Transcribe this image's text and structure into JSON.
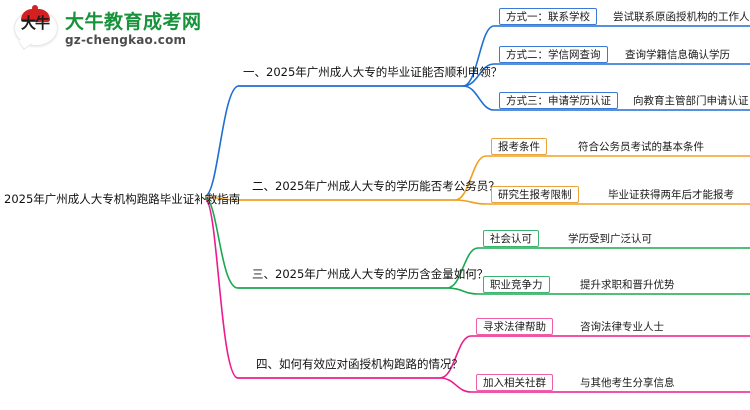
{
  "logo": {
    "mark_char": "大牛",
    "title": "大牛教育成考网",
    "subtitle": "gz-chengkao.com",
    "brand_green": "#16933b",
    "brand_red": "#d32020"
  },
  "mindmap": {
    "root": "2025年广州成人大专机构跑路毕业证补救指南",
    "branches": [
      {
        "topic": "一、2025年广州成人大专的毕业证能否顺利申领？",
        "color": "#1f6fd0",
        "leaves": [
          {
            "label": "方式一：联系学校",
            "note": "尝试联系原函授机构的工作人员"
          },
          {
            "label": "方式二：学信网查询",
            "note": "查询学籍信息确认学历"
          },
          {
            "label": "方式三：申请学历认证",
            "note": "向教育主管部门申请认证"
          }
        ]
      },
      {
        "topic": "二、2025年广州成人大专的学历能否考公务员？",
        "color": "#f0a020",
        "leaves": [
          {
            "label": "报考条件",
            "note": "符合公务员考试的基本条件"
          },
          {
            "label": "研究生报考限制",
            "note": "毕业证获得两年后才能报考"
          }
        ]
      },
      {
        "topic": "三、2025年广州成人大专的学历含金量如何？",
        "color": "#1aa84f",
        "leaves": [
          {
            "label": "社会认可",
            "note": "学历受到广泛认可"
          },
          {
            "label": "职业竞争力",
            "note": "提升求职和晋升优势"
          }
        ]
      },
      {
        "topic": "四、如何有效应对函授机构跑路的情况？",
        "color": "#ec1c8e",
        "leaves": [
          {
            "label": "寻求法律帮助",
            "note": "咨询法律专业人士"
          },
          {
            "label": "加入相关社群",
            "note": "与其他考生分享信息"
          }
        ]
      }
    ]
  }
}
